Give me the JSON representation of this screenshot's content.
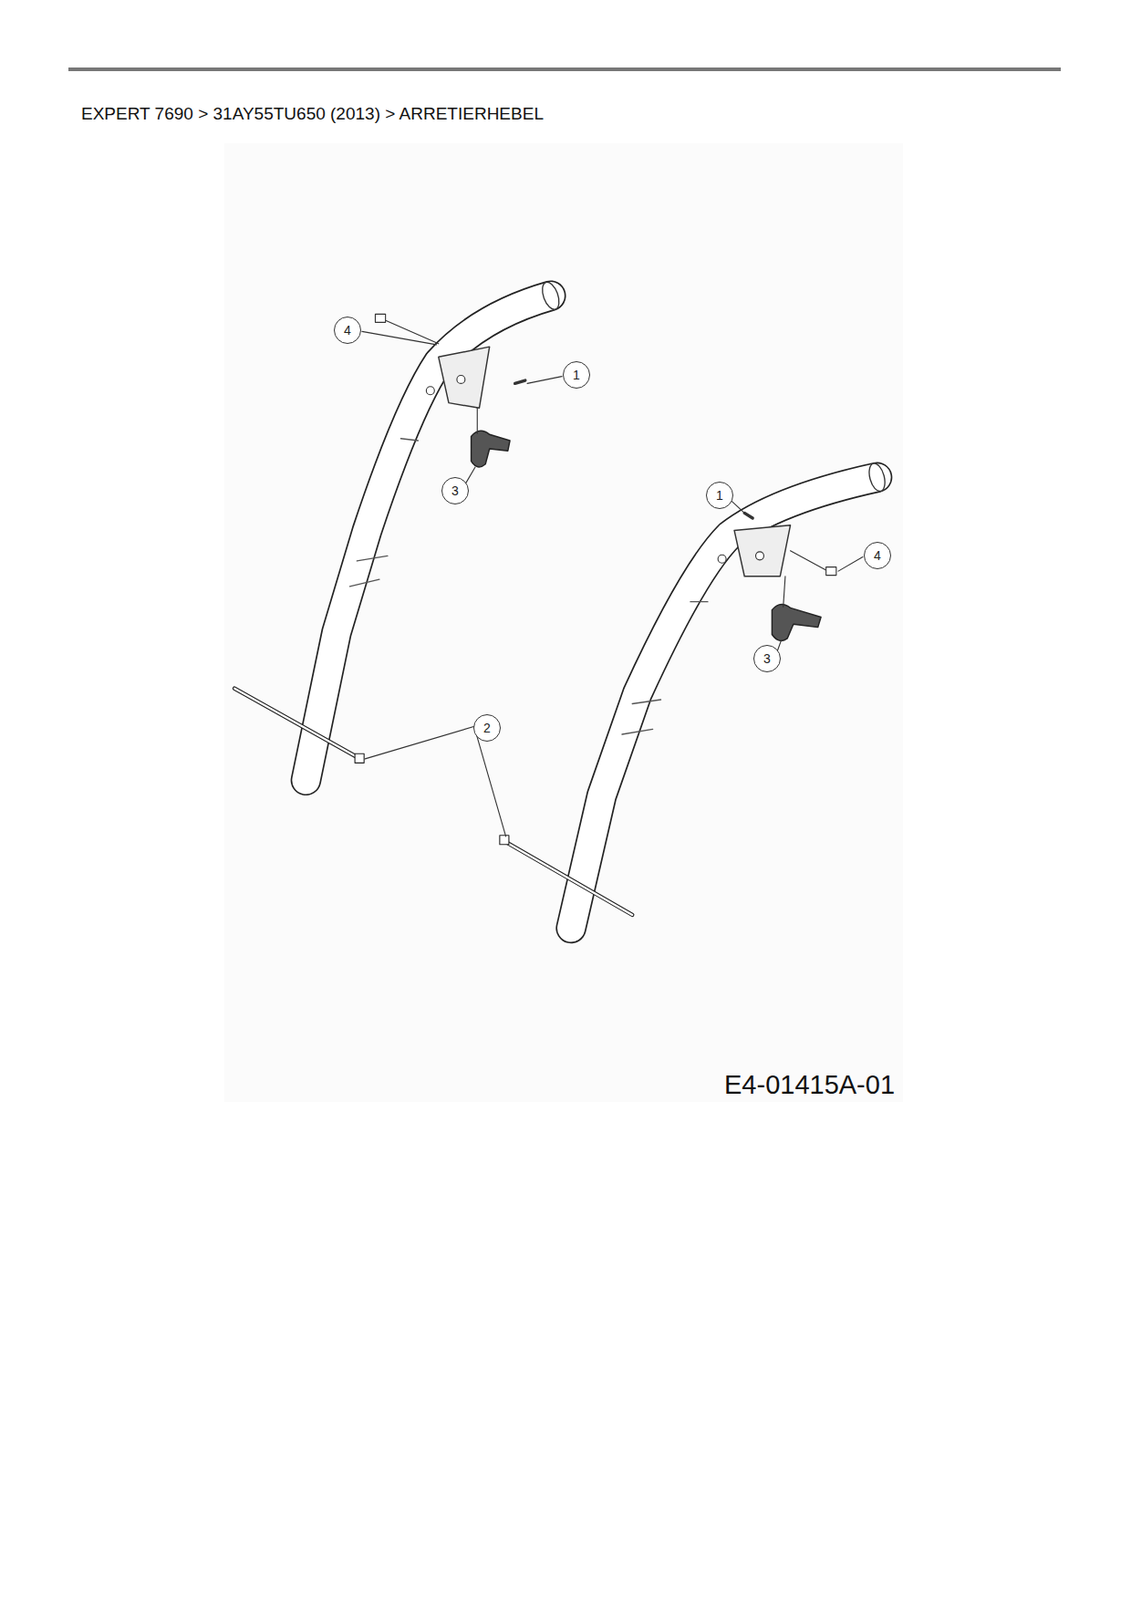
{
  "diagram": {
    "title": "EXPERT 7690  >  31AY55TU650 (2013)  >  ARRETIERHEBEL",
    "nodes": [
      {
        "text": [
          "4"
        ]
      },
      {
        "text": [
          "1"
        ]
      },
      {
        "text": [
          "3"
        ]
      },
      {
        "text": [
          "1"
        ]
      },
      {
        "text": [
          "4"
        ]
      },
      {
        "text": [
          "3"
        ]
      },
      {
        "text": [
          "2"
        ]
      }
    ],
    "labels": [
      "E4-01415A-01"
    ]
  }
}
